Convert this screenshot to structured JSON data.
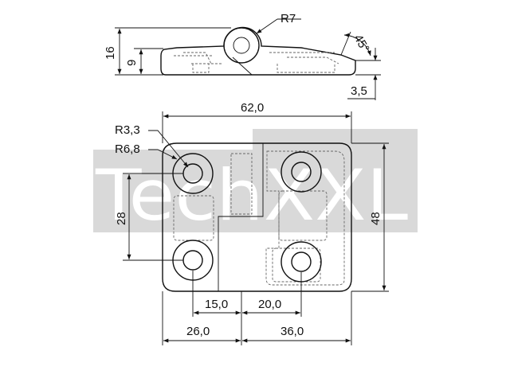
{
  "watermark": {
    "text": "TechXXL",
    "band_color": "#d9d9d9"
  },
  "side_view": {
    "labels": {
      "radius": "R7",
      "total_height": "16",
      "leaf_height": "9",
      "angle": "45°",
      "thickness": "3,5"
    }
  },
  "front_view": {
    "labels": {
      "overall_width": "62,0",
      "hole_radius": "R3,3",
      "boss_radius": "R6,8",
      "hole_spacing_vertical": "28",
      "overall_height": "48",
      "left_hole_offset": "15,0",
      "right_hole_offset": "20,0",
      "left_leaf_width": "26,0",
      "right_leaf_width": "36,0"
    }
  },
  "colors": {
    "line": "#111111",
    "hidden_line": "#666666",
    "background": "#ffffff"
  }
}
